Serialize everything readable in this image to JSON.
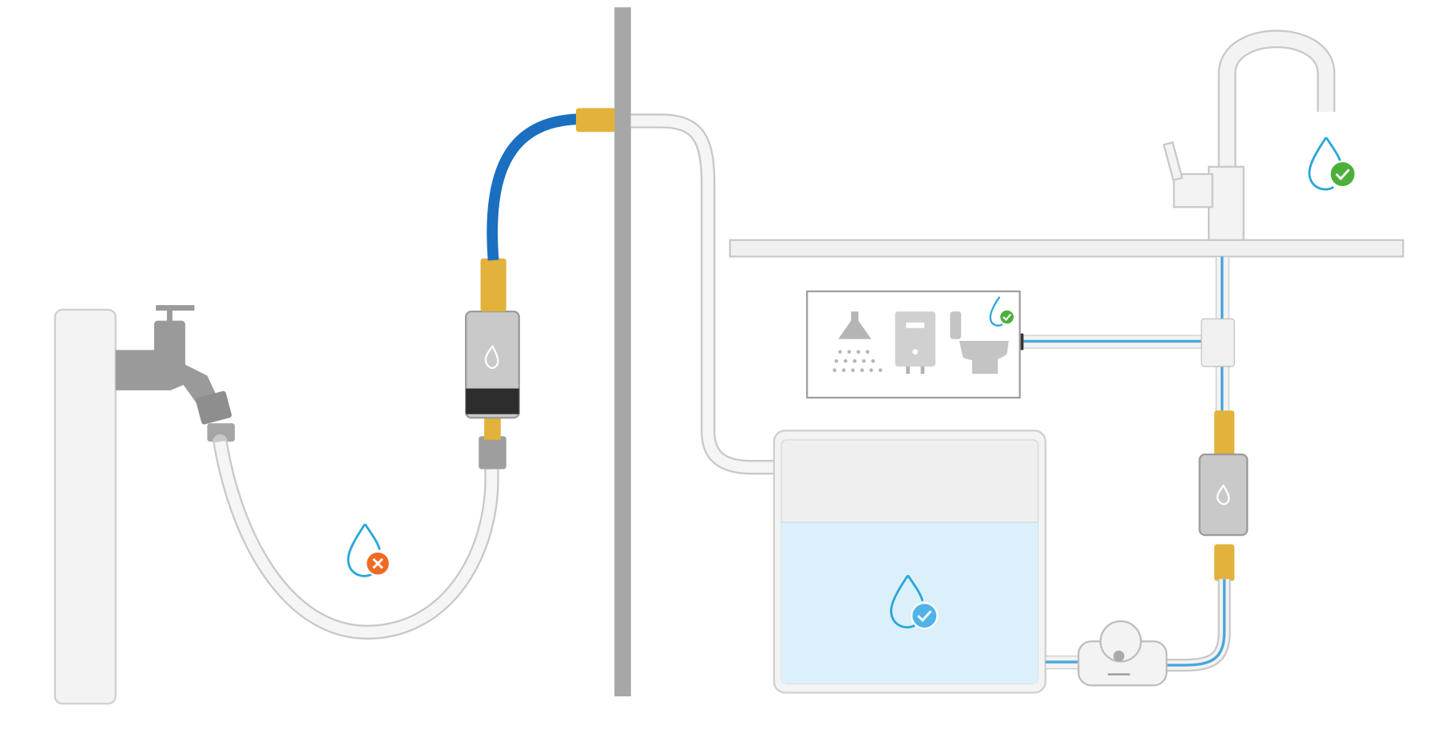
{
  "diagram": {
    "colors": {
      "pipe_fill": "#f4f4f4",
      "pipe_stroke": "#c8c8c8",
      "blue_hose": "#1a6fc0",
      "brass": "#e2b23a",
      "wall": "#a7a7a7",
      "water": "#dcf0fb",
      "water_line": "#4aa6dd",
      "unsafe": "#f06a24",
      "safe_green": "#4caf3a",
      "safe_blue": "#4fb3e8"
    },
    "indicators": [
      {
        "icon": "water-drop-unsafe-icon",
        "status": "unsafe"
      },
      {
        "icon": "water-drop-safe-icon",
        "status": "safe"
      },
      {
        "icon": "water-drop-safe-icon",
        "status": "safe"
      },
      {
        "icon": "water-drop-safe-icon",
        "status": "safe"
      }
    ],
    "appliances": [
      "shower-icon",
      "water-heater-icon",
      "toilet-icon"
    ]
  }
}
